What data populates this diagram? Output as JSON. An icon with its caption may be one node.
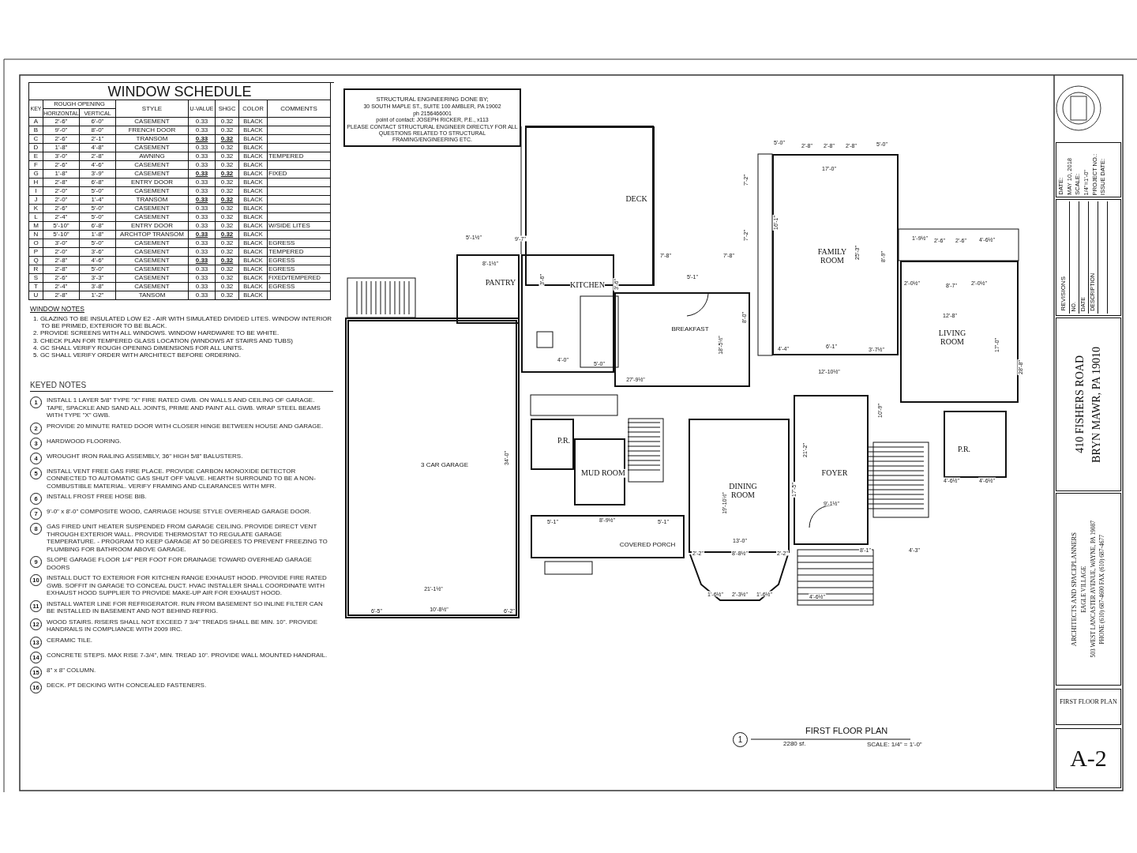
{
  "diagram": {
    "title": "FIRST FLOOR PLAN",
    "nodes": [
      {
        "text": [
          "STRUCTURAL ENGINEERING DONE BY;",
          "30 SOUTH MAPLE ST., SUITE 100 AMBLER, PA 19002",
          "ph 2156466001",
          "point of contact: JOSEPH RICKER, P.E., x113",
          "PLEASE CONTACT STRUCTURAL ENGINEER DIRECTLY FOR ALL QUESTIONS RELATED TO STRUCTURAL FRAMING/ENGINEERING ETC."
        ]
      },
      {
        "text": [
          "DECK"
        ]
      },
      {
        "text": [
          "PANTRY"
        ]
      },
      {
        "text": [
          "KITCHEN"
        ]
      },
      {
        "text": [
          "BREAKFAST"
        ]
      },
      {
        "text": [
          "FAMILY ROOM"
        ]
      },
      {
        "text": [
          "LIVING ROOM"
        ]
      },
      {
        "text": [
          "3 CAR GARAGE"
        ]
      },
      {
        "text": [
          "P.R."
        ]
      },
      {
        "text": [
          "MUD ROOM"
        ]
      },
      {
        "text": [
          "DINING ROOM"
        ]
      },
      {
        "text": [
          "FOYER"
        ]
      },
      {
        "text": [
          "P.R."
        ]
      },
      {
        "text": [
          "COVERED PORCH"
        ]
      },
      {
        "text": [
          "DATE:",
          "MAY 10, 2018",
          "SCALE:",
          "1/4\"=1'-0\"",
          "PROJECT NO.:",
          "ISSUE DATE:"
        ]
      },
      {
        "text": [
          "REVISIONS",
          "NO.",
          "DATE",
          "DESCRIPTION"
        ]
      },
      {
        "text": [
          "410 FISHERS ROAD",
          "BRYN MAWR, PA 19010"
        ]
      },
      {
        "text": [
          "ARCHITECTS AND SPACEPLANNERS",
          "EAGLE VILLAGE",
          "503 WEST LANCASTER AVENUE, WAYNE, PA 19087",
          "PHONE (610) 687-4600 FAX (610) 687-4677"
        ]
      },
      {
        "text": [
          "FIRST FLOOR PLAN"
        ]
      },
      {
        "text": [
          "A-2"
        ]
      }
    ],
    "labels": [
      "WINDOW SCHEDULE",
      "KEY",
      "ROUGH OPENING",
      "STYLE",
      "U-VALUE",
      "SHGC",
      "COLOR",
      "COMMENTS",
      "HORIZONTAL",
      "VERTICAL",
      "A",
      "2'-6\"",
      "6'-0\"",
      "CASEMENT",
      "0.33",
      "0.32",
      "BLACK",
      "B",
      "9'-0\"",
      "8'-0\"",
      "FRENCH DOOR",
      "0.33",
      "0.32",
      "BLACK",
      "C",
      "2'-6\"",
      "2'-1\"",
      "TRANSOM",
      "0.33",
      "0.32",
      "BLACK",
      "D",
      "1'-8\"",
      "4'-8\"",
      "CASEMENT",
      "0.33",
      "0.32",
      "BLACK",
      "E",
      "3'-0\"",
      "2'-8\"",
      "AWNING",
      "0.33",
      "0.32",
      "BLACK",
      "TEMPERED",
      "F",
      "2'-6\"",
      "4'-6\"",
      "CASEMENT",
      "0.33",
      "0.32",
      "BLACK",
      "G",
      "1'-8\"",
      "3'-9\"",
      "CASEMENT",
      "0.33",
      "0.32",
      "BLACK",
      "FIXED",
      "H",
      "2'-8\"",
      "6'-8\"",
      "ENTRY DOOR",
      "0.33",
      "0.32",
      "BLACK",
      "I",
      "2'-0\"",
      "5'-0\"",
      "CASEMENT",
      "0.33",
      "0.32",
      "BLACK",
      "J",
      "2'-0\"",
      "1'-4\"",
      "TRANSOM",
      "0.33",
      "0.32",
      "BLACK",
      "K",
      "2'-6\"",
      "5'-0\"",
      "CASEMENT",
      "0.33",
      "0.32",
      "BLACK",
      "L",
      "2'-4\"",
      "5'-0\"",
      "CASEMENT",
      "0.33",
      "0.32",
      "BLACK",
      "M",
      "5'-10\"",
      "6'-8\"",
      "ENTRY DOOR",
      "0.33",
      "0.32",
      "BLACK",
      "W/SIDE LITES",
      "N",
      "5'-10\"",
      "1'-8\"",
      "ARCHTOP TRANSOM",
      "0.33",
      "0.32",
      "BLACK",
      "O",
      "3'-0\"",
      "5'-0\"",
      "CASEMENT",
      "0.33",
      "0.32",
      "BLACK",
      "EGRESS",
      "P",
      "2'-0\"",
      "3'-6\"",
      "CASEMENT",
      "0.33",
      "0.32",
      "BLACK",
      "TEMPERED",
      "Q",
      "2'-8\"",
      "4'-6\"",
      "CASEMENT",
      "0.33",
      "0.32",
      "BLACK",
      "EGRESS",
      "R",
      "2'-8\"",
      "5'-0\"",
      "CASEMENT",
      "0.33",
      "0.32",
      "BLACK",
      "EGRESS",
      "S",
      "2'-6\"",
      "3'-3\"",
      "CASEMENT",
      "0.33",
      "0.32",
      "BLACK",
      "FIXED/TEMPERED",
      "T",
      "2'-4\"",
      "3'-8\"",
      "CASEMENT",
      "0.33",
      "0.32",
      "BLACK",
      "EGRESS",
      "U",
      "2'-8\"",
      "1'-2\"",
      "TANSOM",
      "0.33",
      "0.32",
      "BLACK",
      "WINDOW NOTES",
      "1. GLAZING TO BE INSULATED LOW E2 - AIR WITH SIMULATED DIVIDED LITES. WINDOW INTERIOR TO BE PRIMED, EXTERIOR TO BE BLACK.",
      "2. PROVIDE SCREENS WITH ALL WINDOWS. WINDOW HARDWARE TO BE WHITE.",
      "3. CHECK PLAN FOR TEMPERED GLASS LOCATION (WINDOWS AT STAIRS AND TUBS)",
      "4. GC SHALL VERIFY ROUGH OPENING DIMENSIONS FOR ALL UNITS.",
      "5. GC SHALL VERIFY ORDER WITH ARCHITECT BEFORE ORDERING.",
      "KEYED NOTES",
      "1",
      "INSTALL 1 LAYER 5/8\" TYPE \"X\" FIRE RATED GWB. ON WALLS AND CEILING OF GARAGE. TAPE, SPACKLE AND SAND ALL JOINTS, PRIME AND PAINT ALL GWB. WRAP STEEL BEAMS WITH TYPE \"X\" GWB.",
      "2",
      "PROVIDE 20 MINUTE RATED DOOR WITH CLOSER HINGE BETWEEN HOUSE AND GARAGE.",
      "3",
      "HARDWOOD FLOORING.",
      "4",
      "WROUGHT IRON RAILING ASSEMBLY, 36\" HIGH 5/8\" BALUSTERS.",
      "5",
      "INSTALL VENT FREE GAS FIRE PLACE. PROVIDE CARBON MONOXIDE DETECTOR CONNECTED TO AUTOMATIC GAS SHUT OFF VALVE. HEARTH SURROUND TO BE A NON-COMBUSTIBLE MATERIAL. VERIFY FRAMING AND CLEARANCES WITH MFR.",
      "6",
      "INSTALL FROST FREE HOSE BIB.",
      "7",
      "9'-0\" x 8'-0\" COMPOSITE WOOD, CARRIAGE HOUSE STYLE OVERHEAD GARAGE DOOR.",
      "8",
      "GAS FIRED UNIT HEATER SUSPENDED FROM GARAGE CEILING. PROVIDE DIRECT VENT THROUGH EXTERIOR WALL. PROVIDE THERMOSTAT TO REGULATE GARAGE TEMPERATURE. - PROGRAM TO KEEP GARAGE AT 50 DEGREES TO PREVENT FREEZING TO PLUMBING FOR BATHROOM ABOVE GARAGE.",
      "9",
      "SLOPE GARAGE FLOOR 1/4\" PER FOOT FOR DRAINAGE TOWARD OVERHEAD GARAGE DOORS",
      "10",
      "INSTALL DUCT TO EXTERIOR FOR KITCHEN RANGE EXHAUST HOOD. PROVIDE FIRE RATED GWB. SOFFIT IN GARAGE TO CONCEAL DUCT. HVAC INSTALLER SHALL COORDINATE WITH EXHAUST HOOD SUPPLIER TO PROVIDE MAKE-UP AIR FOR EXHAUST HOOD.",
      "11",
      "INSTALL WATER LINE FOR REFRIGERATOR. RUN FROM BASEMENT SO INLINE FILTER CAN BE INSTALLED IN BASEMENT AND NOT BEHIND REFRIG.",
      "12",
      "WOOD STAIRS. RISERS SHALL NOT EXCEED 7 3/4\" TREADS SHALL BE MIN. 10\". PROVIDE HANDRAILS IN COMPLIANCE WITH 2009 IRC.",
      "13",
      "CERAMIC TILE.",
      "14",
      "CONCRETE STEPS. MAX RISE 7-3/4\", MIN. TREAD 10\". PROVIDE WALL MOUNTED HANDRAIL.",
      "15",
      "8\" x 8\" COLUMN.",
      "16",
      "DECK. PT DECKING WITH CONCEALED FASTENERS.",
      "5'-0\"",
      "2'-8\"",
      "2'-8\"",
      "2'-8\"",
      "5'-0\"",
      "17'-0\"",
      "7'-2\"",
      "7'-2\"",
      "16'-1\"",
      "9'-7\"",
      "5'-1½\"",
      "7'-8\"",
      "7'-8\"",
      "8'-1½\"",
      "5'-1\"",
      "25'-3\"",
      "8'-9\"",
      "1'-9½\"",
      "2'-6\"",
      "2'-6\"",
      "4'-6½\"",
      "2'-0½\"",
      "8'-7\"",
      "2'-0½\"",
      "3'-6\"",
      "3'-6\"",
      "12'-8\"",
      "8'-0\"",
      "18'-5½\"",
      "4'-4\"",
      "6'-1\"",
      "3'-7½\"",
      "17'-0\"",
      "28'-8\"",
      "4'-0\"",
      "5'-0\"",
      "12'-10½\"",
      "27'-9½\"",
      "10'-9\"",
      "21'-2\"",
      "34'-0\"",
      "19'-10½\"",
      "17'-5\"",
      "4'-6½\"",
      "4'-6½\"",
      "9'-1½\"",
      "5'-1\"",
      "8'-9½\"",
      "5'-1\"",
      "13'-0\"",
      "2'-2\"",
      "8'-8½\"",
      "2'-2\"",
      "8'-1\"",
      "4'-3\"",
      "21'-1½\"",
      "1'-6½\"",
      "2'-3½\"",
      "1'-6½\"",
      "4'-6½\"",
      "6'-5\"",
      "10'-8½\"",
      "6'-2\"",
      "1",
      "2280 sf.",
      "SCALE: 1/4\" = 1'-0\""
    ]
  }
}
